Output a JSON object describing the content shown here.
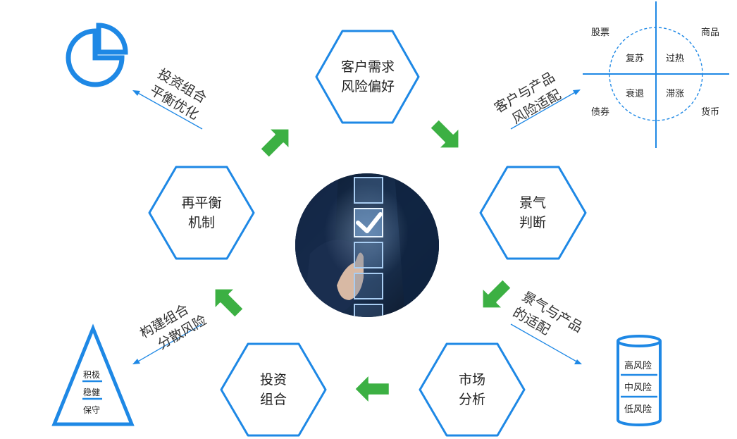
{
  "colors": {
    "blue": "#1e88e5",
    "green": "#3cb043",
    "text": "#222222"
  },
  "center_image": {
    "description_icon": "hand-checklist-icon"
  },
  "nodes": {
    "customer": {
      "line1": "客户需求",
      "line2": "风险偏好"
    },
    "climate": {
      "line1": "景气",
      "line2": "判断"
    },
    "market": {
      "line1": "市场",
      "line2": "分析"
    },
    "portfolio": {
      "line1": "投资",
      "line2": "组合"
    },
    "rebalance": {
      "line1": "再平衡",
      "line2": "机制"
    }
  },
  "labels": {
    "optimize": {
      "line1": "投资组合",
      "line2": "平衡优化"
    },
    "match_customer": {
      "line1": "客户与产品",
      "line2": "风险适配"
    },
    "match_climate": {
      "line1": "景气与产品",
      "line2": "的适配"
    },
    "diversify": {
      "line1": "构建组合",
      "line2": "分散风险"
    }
  },
  "clock": {
    "outer": {
      "top_left": "股票",
      "top_right": "商品",
      "bottom_left": "债券",
      "bottom_right": "货币"
    },
    "inner": {
      "top_left": "复苏",
      "top_right": "过热",
      "bottom_left": "衰退",
      "bottom_right": "滞涨"
    }
  },
  "cylinder": {
    "high": "高风险",
    "mid": "中风险",
    "low": "低风险"
  },
  "pyramid": {
    "top": "积极",
    "mid": "稳健",
    "bottom": "保守"
  }
}
